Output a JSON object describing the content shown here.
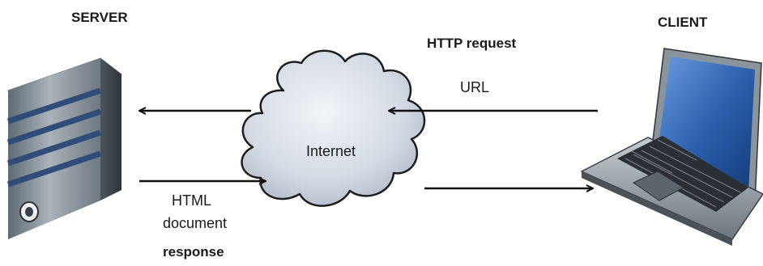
{
  "labels": {
    "server": "SERVER",
    "client": "CLIENT",
    "http_request": "HTTP request",
    "url": "URL",
    "internet": "Internet",
    "html": "HTML",
    "document": "document",
    "response": "response"
  },
  "colors": {
    "server_body": "#7f8a93",
    "server_stripe": "#2f4d78",
    "cloud_fill": "#d2dae4",
    "cloud_stroke": "#1e1e1e",
    "laptop_screen": "#2e66b3",
    "laptop_body": "#9aa3ab",
    "arrow": "#111111"
  },
  "icons": [
    "server-tower-icon",
    "cloud-icon",
    "laptop-icon"
  ]
}
